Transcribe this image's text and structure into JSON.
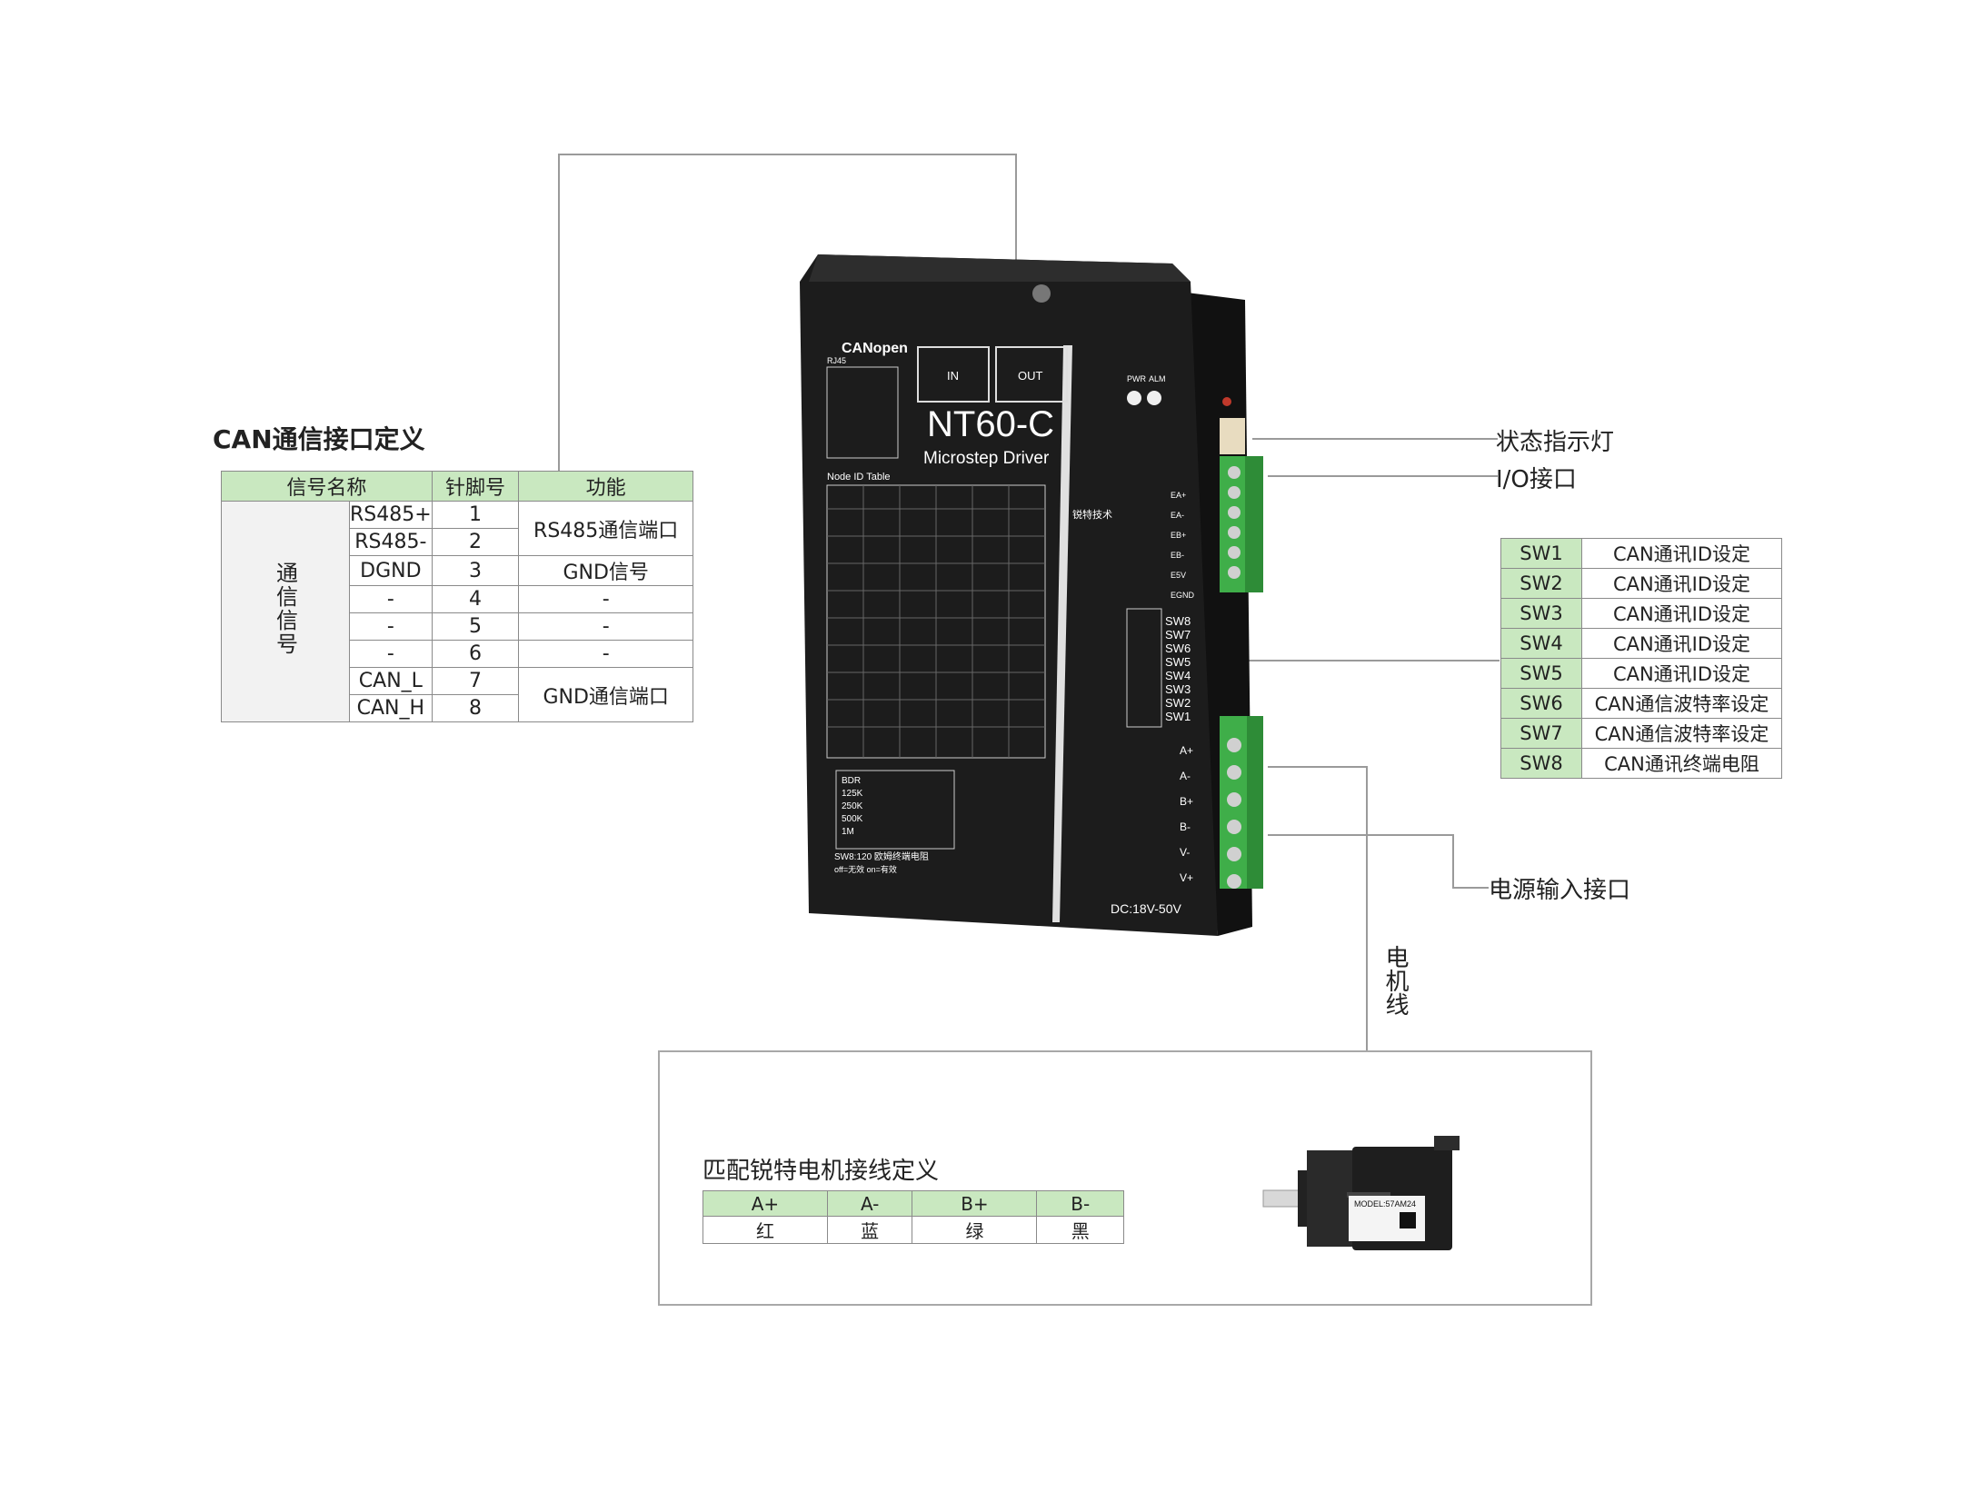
{
  "can_section": {
    "title": "CAN通信接口定义",
    "headers": [
      "信号名称",
      "针脚号",
      "功能"
    ],
    "side_label": "通信信号",
    "rows": [
      {
        "name": "RS485+",
        "pin": "1"
      },
      {
        "name": "RS485-",
        "pin": "2"
      },
      {
        "name": "DGND",
        "pin": "3"
      },
      {
        "name": "-",
        "pin": "4"
      },
      {
        "name": "-",
        "pin": "5"
      },
      {
        "name": "-",
        "pin": "6"
      },
      {
        "name": "CAN_L",
        "pin": "7"
      },
      {
        "name": "CAN_H",
        "pin": "8"
      }
    ],
    "functions": [
      "RS485通信端口",
      "GND信号",
      "-",
      "-",
      "-",
      "GND通信端口"
    ]
  },
  "callouts": {
    "status_led": "状态指示灯",
    "io_port": "I/O接口",
    "power_input": "电源输入接口",
    "motor_line": "电机线"
  },
  "sw_table": [
    {
      "sw": "SW1",
      "desc": "CAN通讯ID设定"
    },
    {
      "sw": "SW2",
      "desc": "CAN通讯ID设定"
    },
    {
      "sw": "SW3",
      "desc": "CAN通讯ID设定"
    },
    {
      "sw": "SW4",
      "desc": "CAN通讯ID设定"
    },
    {
      "sw": "SW5",
      "desc": "CAN通讯ID设定"
    },
    {
      "sw": "SW6",
      "desc": "CAN通信波特率设定"
    },
    {
      "sw": "SW7",
      "desc": "CAN通信波特率设定"
    },
    {
      "sw": "SW8",
      "desc": "CAN通讯终端电阻"
    }
  ],
  "motor_wiring": {
    "title": "匹配锐特电机接线定义",
    "headers": [
      "A+",
      "A-",
      "B+",
      "B-"
    ],
    "colors": [
      "红",
      "蓝",
      "绿",
      "黑"
    ]
  },
  "driver": {
    "model": "NT60-C",
    "subtitle": "Microstep Driver",
    "brand": "CANopen",
    "port_in": "IN",
    "port_out": "OUT",
    "rj45_label": "RJ45",
    "node_table_label": "Node ID Table",
    "dc_label": "DC:18V-50V",
    "pwr": "PWR",
    "alm": "ALM",
    "maker": "锐特技术",
    "sw_labels": [
      "SW8",
      "SW7",
      "SW6",
      "SW5",
      "SW4",
      "SW3",
      "SW2",
      "SW1"
    ],
    "power_pins": [
      "A+",
      "A-",
      "B+",
      "B-",
      "V-",
      "V+"
    ],
    "io_pins": [
      "EA+",
      "EA-",
      "EB+",
      "EB-",
      "E5V",
      "EGND"
    ],
    "baud_rows": [
      "BDR",
      "125K",
      "250K",
      "500K",
      "1M"
    ],
    "sw8_note": "SW8:120 欧姆终端电阻",
    "sw8_note2": "off=无效  on=有效"
  },
  "motor": {
    "model_label": "MODEL:57AM24"
  },
  "colors": {
    "table_header": "#c9e8c0",
    "terminal_green": "#3fae49",
    "driver_body": "#1c1c1c",
    "line": "#9a9a9a"
  }
}
